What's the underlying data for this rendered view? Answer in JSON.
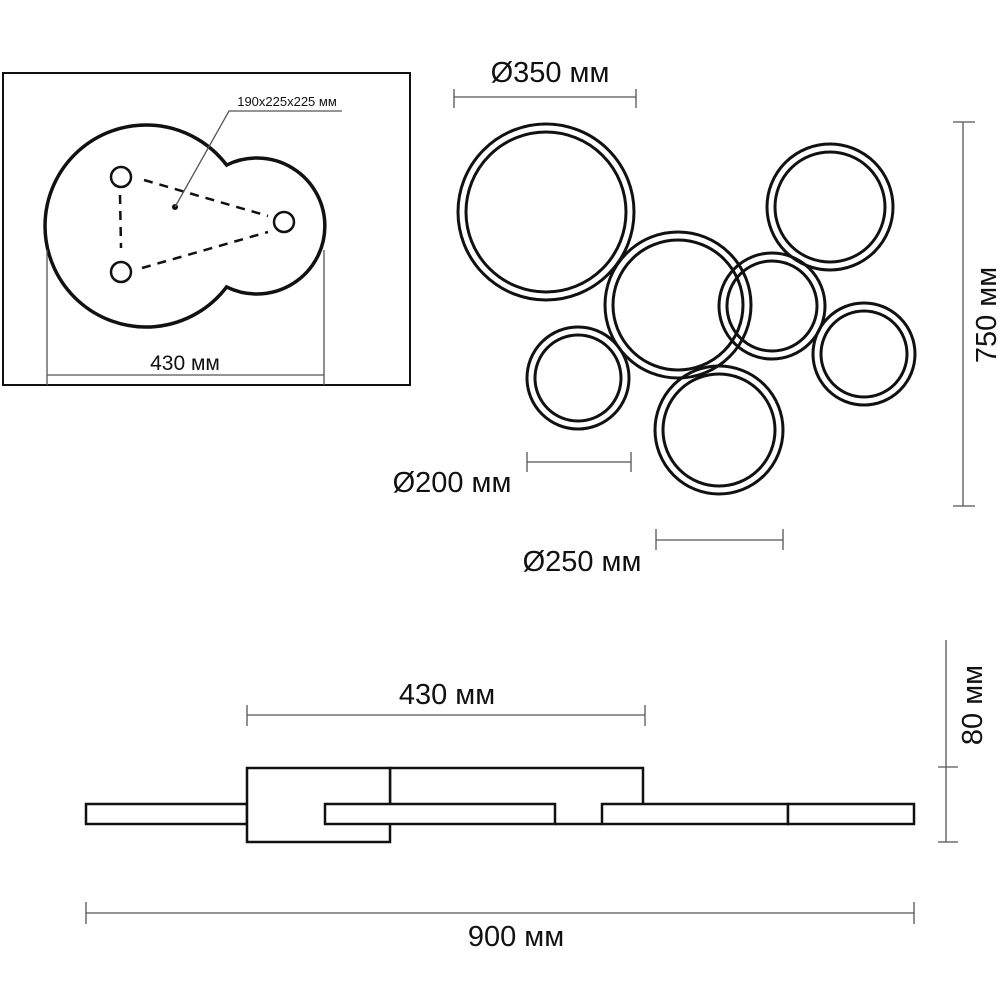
{
  "mount_plate": {
    "holes_label": "190x225x225 мм",
    "width_label": "430 мм"
  },
  "top_view": {
    "large_ring_label": "Ø350 мм",
    "small_ring_label": "Ø200 мм",
    "medium_ring_label": "Ø250 мм",
    "height_label": "750 мм"
  },
  "side_view": {
    "base_width_label": "430 мм",
    "depth_label": "80 мм",
    "total_width_label": "900 мм"
  }
}
